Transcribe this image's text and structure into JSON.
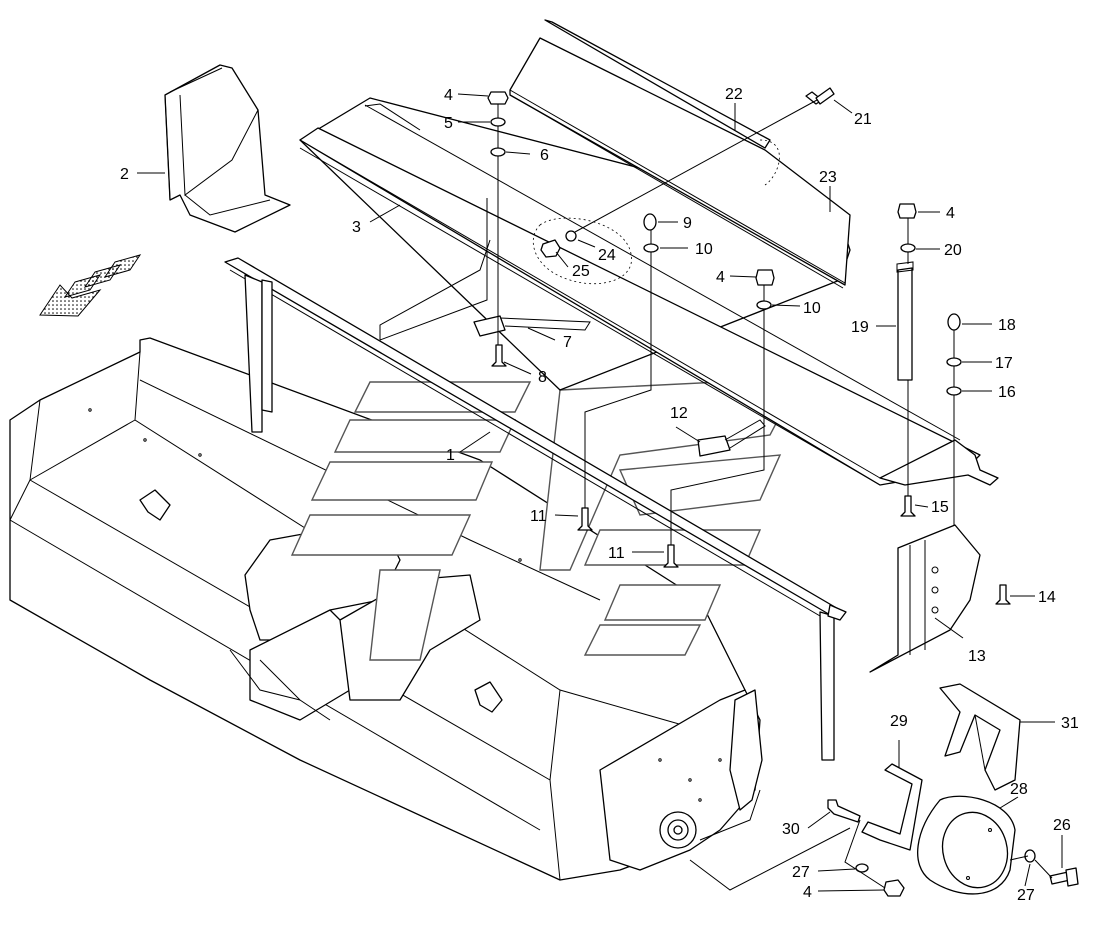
{
  "diagram": {
    "callouts": [
      {
        "id": "c1",
        "text": "1"
      },
      {
        "id": "c2",
        "text": "2"
      },
      {
        "id": "c3",
        "text": "3"
      },
      {
        "id": "c4a",
        "text": "4"
      },
      {
        "id": "c4b",
        "text": "4"
      },
      {
        "id": "c4c",
        "text": "4"
      },
      {
        "id": "c4d",
        "text": "4"
      },
      {
        "id": "c5",
        "text": "5"
      },
      {
        "id": "c6",
        "text": "6"
      },
      {
        "id": "c7",
        "text": "7"
      },
      {
        "id": "c8",
        "text": "8"
      },
      {
        "id": "c9",
        "text": "9"
      },
      {
        "id": "c10a",
        "text": "10"
      },
      {
        "id": "c10b",
        "text": "10"
      },
      {
        "id": "c11a",
        "text": "11"
      },
      {
        "id": "c11b",
        "text": "11"
      },
      {
        "id": "c12",
        "text": "12"
      },
      {
        "id": "c13",
        "text": "13"
      },
      {
        "id": "c14",
        "text": "14"
      },
      {
        "id": "c15",
        "text": "15"
      },
      {
        "id": "c16",
        "text": "16"
      },
      {
        "id": "c17",
        "text": "17"
      },
      {
        "id": "c18",
        "text": "18"
      },
      {
        "id": "c19",
        "text": "19"
      },
      {
        "id": "c20",
        "text": "20"
      },
      {
        "id": "c21",
        "text": "21"
      },
      {
        "id": "c22",
        "text": "22"
      },
      {
        "id": "c23",
        "text": "23"
      },
      {
        "id": "c24",
        "text": "24"
      },
      {
        "id": "c25",
        "text": "25"
      },
      {
        "id": "c26",
        "text": "26"
      },
      {
        "id": "c27a",
        "text": "27"
      },
      {
        "id": "c27b",
        "text": "27"
      },
      {
        "id": "c28",
        "text": "28"
      },
      {
        "id": "c29",
        "text": "29"
      },
      {
        "id": "c30",
        "text": "30"
      },
      {
        "id": "c31",
        "text": "31"
      }
    ],
    "direction_arrow": {
      "icon": "direction-arrow-icon"
    },
    "colors": {
      "line": "#000000",
      "watermark": "#555555",
      "background": "#ffffff"
    }
  }
}
